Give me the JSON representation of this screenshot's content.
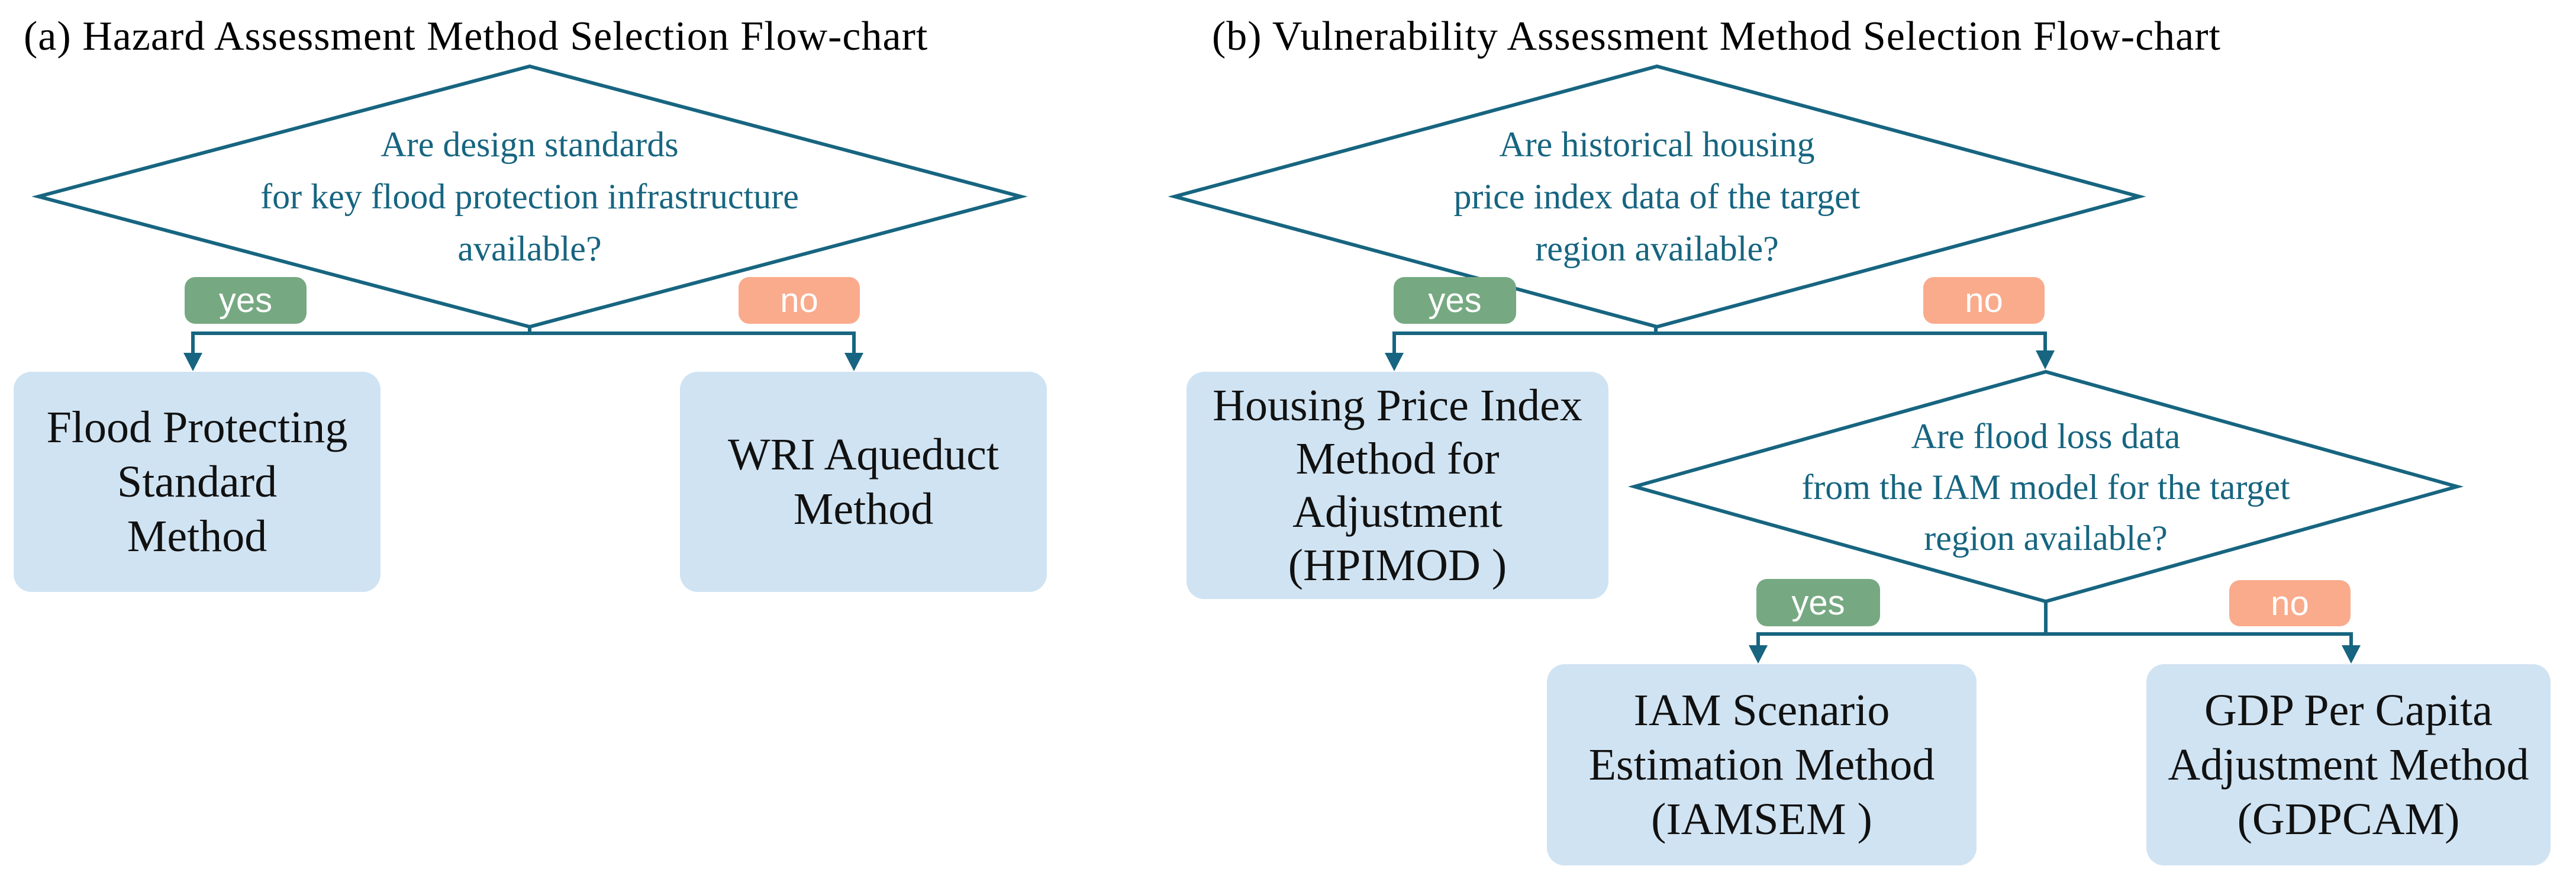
{
  "colors": {
    "connector_teal": "#176580",
    "decision_text_teal": "#176580",
    "yes_badge_green": "#76A982",
    "no_badge_orange": "#F9AB8C",
    "result_box_blue": "#D0E3F2",
    "result_text": "#111111",
    "title_text": "#000000",
    "badge_text": "#FFFFFF"
  },
  "panel_a": {
    "title": "(a) Hazard Assessment Method Selection Flow-chart",
    "decision": {
      "line1": "Are design standards",
      "line2": "for key flood protection infrastructure",
      "line3": "available?",
      "yes_label": "yes",
      "no_label": "no"
    },
    "yes_box": {
      "line1": "Flood Protecting",
      "line2": "Standard",
      "line3": "Method"
    },
    "no_box": {
      "line1": "WRI Aqueduct",
      "line2": "Method"
    }
  },
  "panel_b": {
    "title": "(b) Vulnerability Assessment Method Selection Flow-chart",
    "decision1": {
      "line1": "Are historical housing",
      "line2": "price index data of the target",
      "line3": "region available?",
      "yes_label": "yes",
      "no_label": "no"
    },
    "yes_box": {
      "line1": "Housing Price Index",
      "line2": "Method for",
      "line3": "Adjustment",
      "line4": "(HPIMOD )"
    },
    "decision2": {
      "line1": "Are flood loss data",
      "line2": "from the IAM model for the target",
      "line3": "region available?",
      "yes_label": "yes",
      "no_label": "no"
    },
    "decision2_yes_box": {
      "line1": "IAM Scenario",
      "line2": "Estimation Method",
      "line3": "(IAMSEM )"
    },
    "decision2_no_box": {
      "line1": "GDP Per Capita",
      "line2": "Adjustment Method",
      "line3": "(GDPCAM)"
    }
  }
}
